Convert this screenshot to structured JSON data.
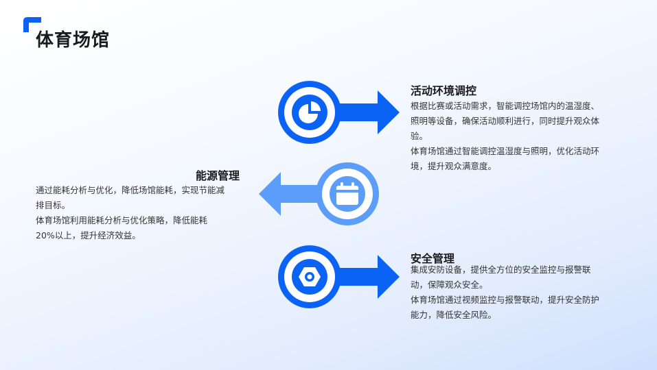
{
  "page": {
    "title": "体育场馆"
  },
  "colors": {
    "accent": "#0b63f6",
    "light_accent": "#5b9df9"
  },
  "items": [
    {
      "title": "活动环境调控",
      "icon": "pie-chart-icon",
      "lines": [
        "根据比赛或活动需求，智能调控场馆内的温湿度、",
        "照明等设备，确保活动顺利进行，同时提升观众体",
        "验。",
        "体育场馆通过智能调控温湿度与照明，优化活动环",
        "境，提升观众满意度。"
      ]
    },
    {
      "title": "能源管理",
      "icon": "calendar-icon",
      "lines": [
        "通过能耗分析与优化，降低场馆能耗，实现节能减",
        "排目标。",
        "体育场馆利用能耗分析与优化策略，降低能耗",
        "20%以上，提升经济效益。"
      ]
    },
    {
      "title": "安全管理",
      "icon": "hex-nut-icon",
      "lines": [
        "集成安防设备，提供全方位的安全监控与报警联",
        "动，保障观众安全。",
        "体育场馆通过视频监控与报警联动，提升安全防护",
        "能力，降低安全风险。"
      ]
    }
  ]
}
